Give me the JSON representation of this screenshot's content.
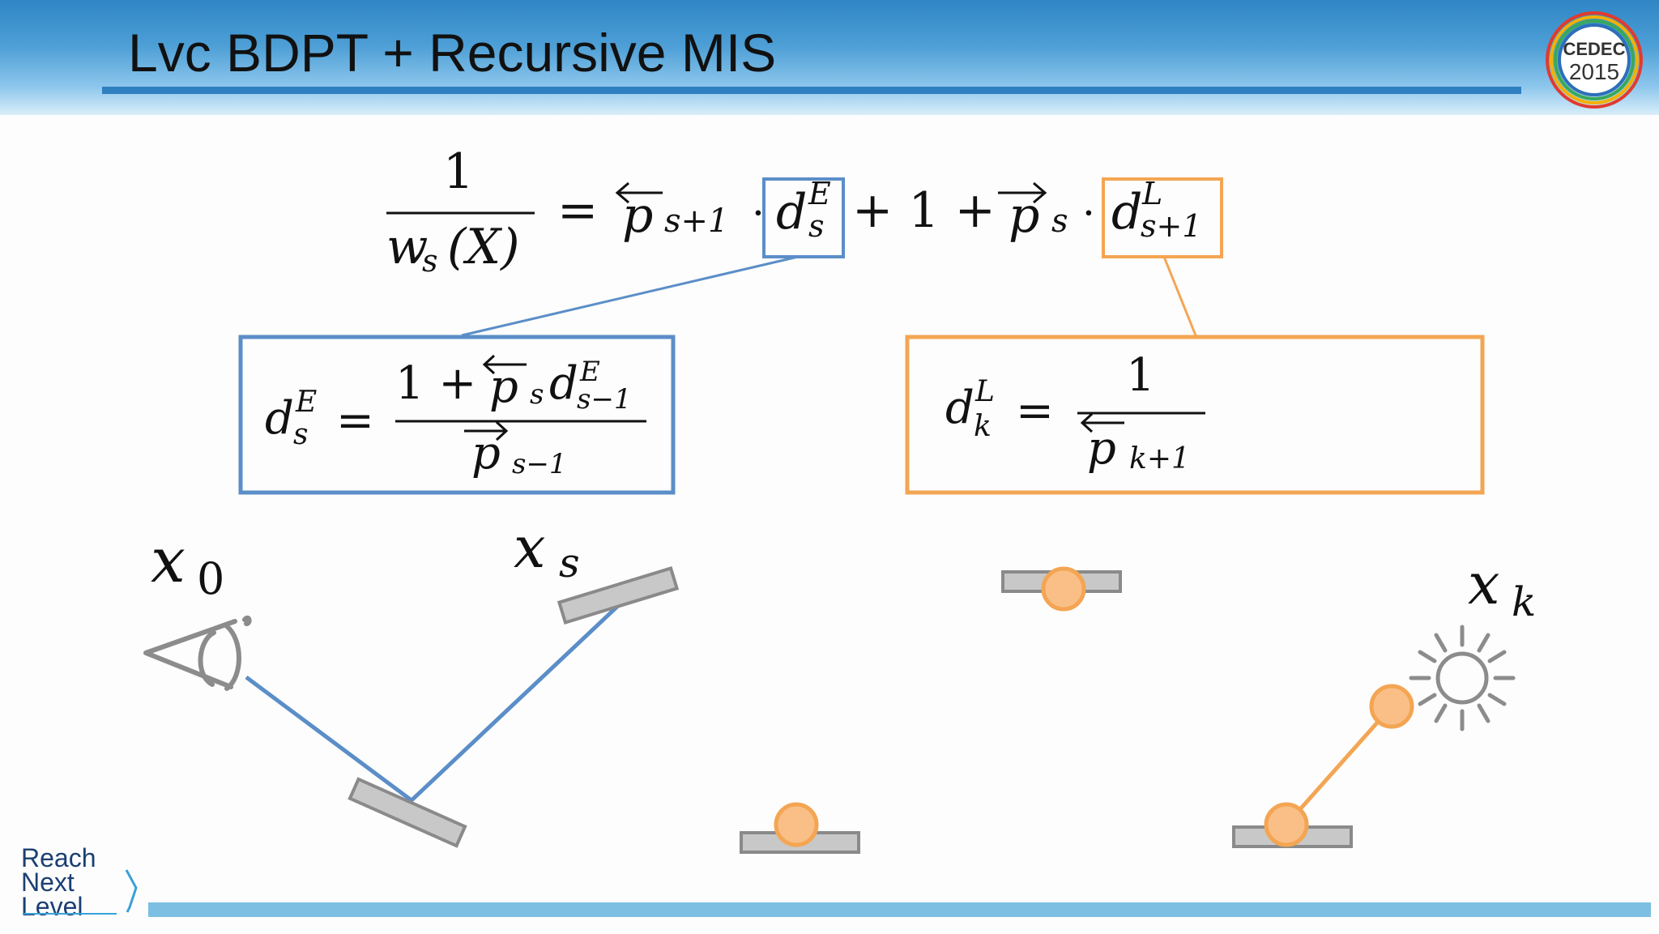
{
  "slide": {
    "title": "Lvc BDPT + Recursive MIS",
    "logo": {
      "line1": "CEDEC",
      "line2": "2015"
    },
    "footer_logo": {
      "line1": "Reach",
      "line2": "Next",
      "line3": "Level"
    }
  },
  "equation_main": {
    "numerator": "1",
    "denominator_w": "w",
    "denominator_s": "s",
    "denominator_X": "(X)",
    "equals": "=",
    "p": "p",
    "s_plus_1": "s+1",
    "dot": "·",
    "d": "d",
    "E": "E",
    "s": "s",
    "plus_one": "+ 1 +",
    "L": "L"
  },
  "box_dE": {
    "d": "d",
    "E": "E",
    "s": "s",
    "equals": "=",
    "num_lead": "1 +",
    "p": "p",
    "sub_s": "s",
    "s_minus_1": "s−1"
  },
  "box_dL": {
    "d": "d",
    "L": "L",
    "k": "k",
    "equals": "=",
    "one": "1",
    "p": "p",
    "k_plus_1": "k+1"
  },
  "vertex_labels": {
    "x": "x",
    "x0_sub": "0",
    "xs_sub": "s",
    "xk_sub": "k"
  },
  "icons": [
    "eye-icon",
    "sun-icon"
  ],
  "colors": {
    "camera_path": "#5b8ec8",
    "light_path": "#f4a553",
    "surface": "#c8c8c8",
    "surface_stroke": "#8a8a8a",
    "vertex_fill": "#f9bf87",
    "header": "#2f86c4"
  }
}
